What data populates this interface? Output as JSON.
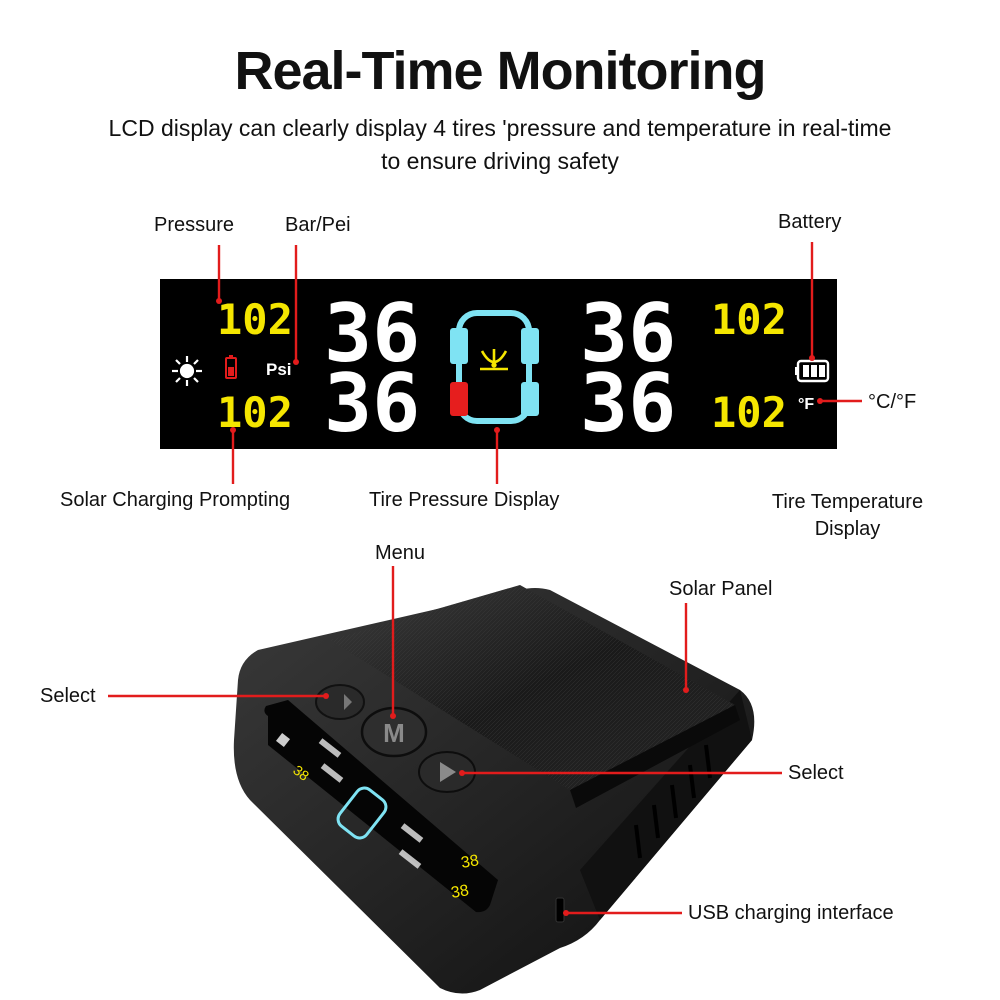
{
  "header": {
    "title": "Real-Time Monitoring",
    "subtitle_line1": "LCD display can clearly display 4 tires 'pressure and temperature in real-time",
    "subtitle_line2": "to ensure driving safety"
  },
  "lcd": {
    "labels": {
      "pressure": "Pressure",
      "bar_psi": "Bar/Pei",
      "battery": "Battery",
      "unit_temp": "°C/°F",
      "solar": "Solar Charging Prompting",
      "tire_pressure_display": "Tire Pressure Display",
      "tire_temp_display_line1": "Tire Temperature",
      "tire_temp_display_line2": "Display"
    },
    "values": {
      "left_top": "102",
      "left_bottom": "102",
      "right_top": "102",
      "right_bottom": "102",
      "center_left_top": "36",
      "center_left_bottom": "36",
      "center_right_top": "36",
      "center_right_bottom": "36",
      "unit_psi": "Psi",
      "unit_f": "°F"
    },
    "icons": [
      "sun-icon",
      "solar-battery-icon",
      "tire-warning-icon",
      "battery-icon"
    ],
    "colors": {
      "digits_yellow": "#f5e600",
      "tire_cyan": "#7fe3f3",
      "tire_alert": "#e61e1e",
      "lcd_bg": "#000000"
    }
  },
  "device": {
    "labels": {
      "menu": "Menu",
      "solar_panel": "Solar Panel",
      "select_left": "Select",
      "select_right": "Select",
      "usb": "USB charging interface"
    },
    "menu_button_letter": "M"
  }
}
